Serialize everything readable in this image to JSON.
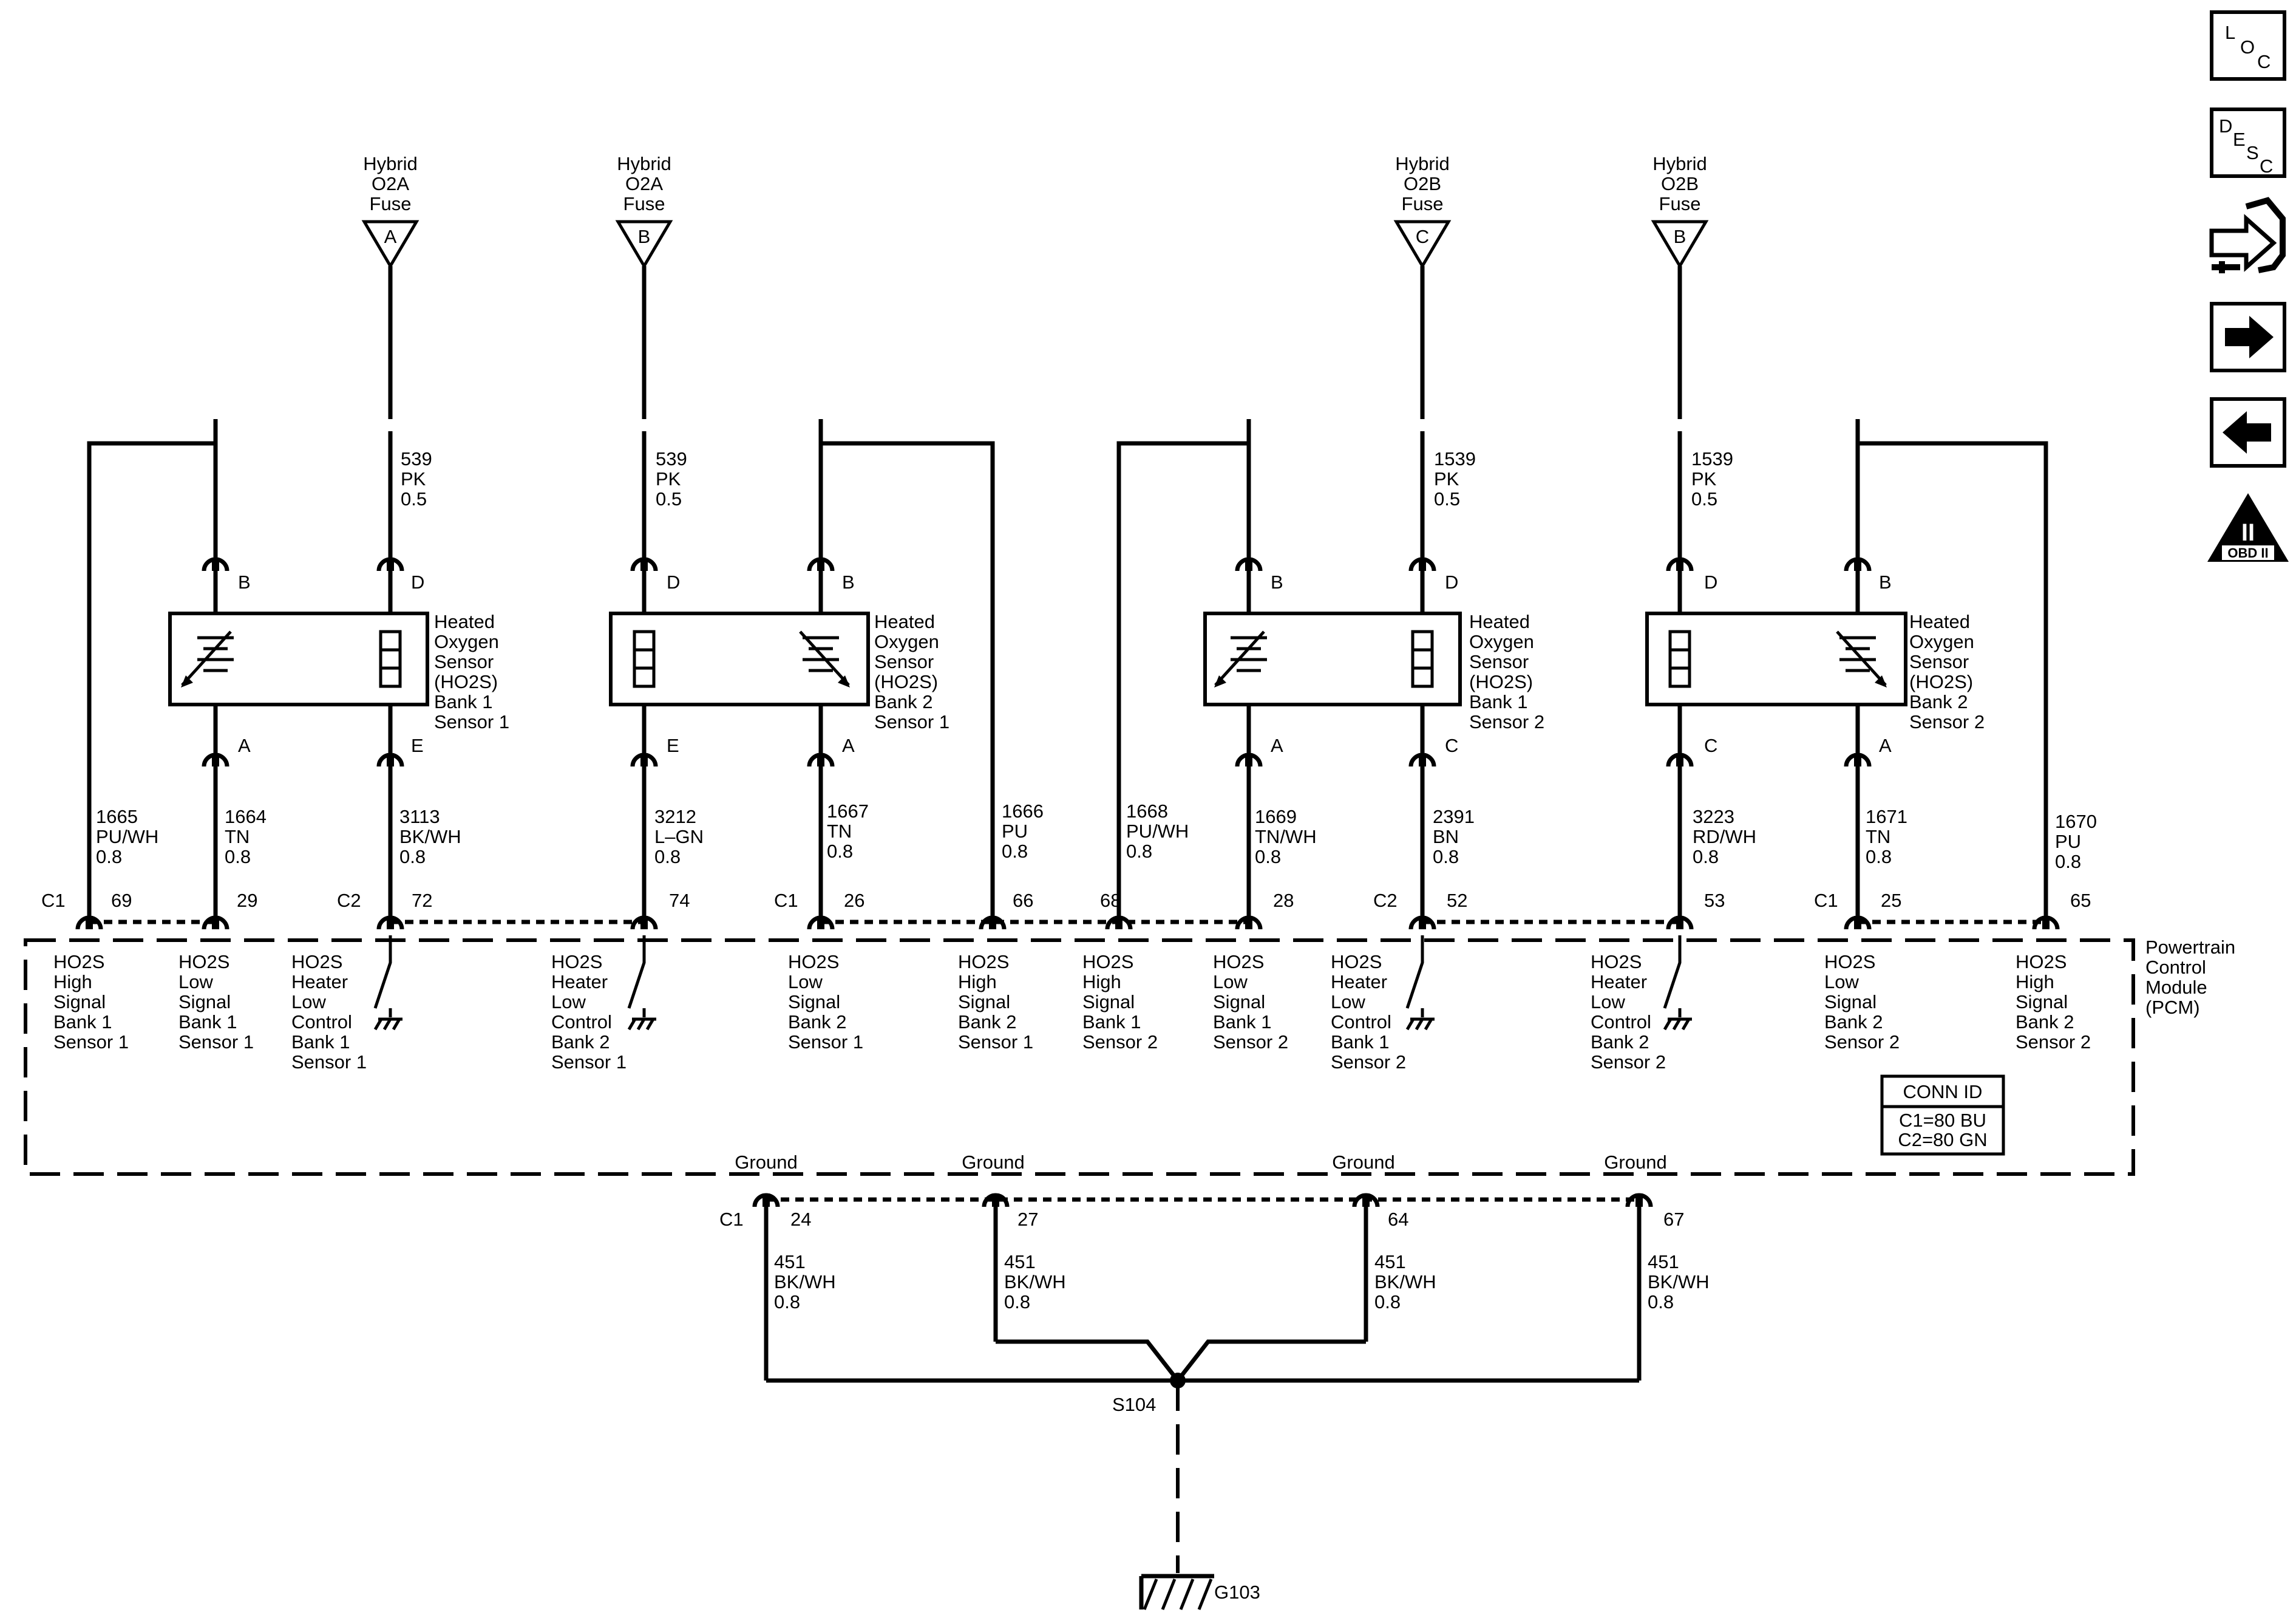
{
  "fuses": [
    {
      "l1": "Hybrid",
      "l2": "O2A",
      "l3": "Fuse",
      "letter": "A"
    },
    {
      "l1": "Hybrid",
      "l2": "O2A",
      "l3": "Fuse",
      "letter": "B"
    },
    {
      "l1": "Hybrid",
      "l2": "O2B",
      "l3": "Fuse",
      "letter": "C"
    },
    {
      "l1": "Hybrid",
      "l2": "O2B",
      "l3": "Fuse",
      "letter": "B"
    }
  ],
  "feed_wires": [
    {
      "c": "539",
      "col": "PK",
      "g": "0.5"
    },
    {
      "c": "539",
      "col": "PK",
      "g": "0.5"
    },
    {
      "c": "1539",
      "col": "PK",
      "g": "0.5"
    },
    {
      "c": "1539",
      "col": "PK",
      "g": "0.5"
    }
  ],
  "sensors": [
    {
      "l1": "Heated",
      "l2": "Oxygen",
      "l3": "Sensor",
      "l4": "(HO2S)",
      "l5": "Bank 1",
      "l6": "Sensor 1"
    },
    {
      "l1": "Heated",
      "l2": "Oxygen",
      "l3": "Sensor",
      "l4": "(HO2S)",
      "l5": "Bank 2",
      "l6": "Sensor 1"
    },
    {
      "l1": "Heated",
      "l2": "Oxygen",
      "l3": "Sensor",
      "l4": "(HO2S)",
      "l5": "Bank 1",
      "l6": "Sensor 2"
    },
    {
      "l1": "Heated",
      "l2": "Oxygen",
      "l3": "Sensor",
      "l4": "(HO2S)",
      "l5": "Bank 2",
      "l6": "Sensor 2"
    }
  ],
  "pins": {
    "b": "B",
    "d": "D",
    "a": "A",
    "e": "E",
    "c": "C"
  },
  "wires": [
    {
      "c": "1665",
      "col": "PU/WH",
      "g": "0.8"
    },
    {
      "c": "1664",
      "col": "TN",
      "g": "0.8"
    },
    {
      "c": "3113",
      "col": "BK/WH",
      "g": "0.8"
    },
    {
      "c": "3212",
      "col": "L–GN",
      "g": "0.8"
    },
    {
      "c": "1667",
      "col": "TN",
      "g": "0.8"
    },
    {
      "c": "1666",
      "col": "PU",
      "g": "0.8"
    },
    {
      "c": "1668",
      "col": "PU/WH",
      "g": "0.8"
    },
    {
      "c": "1669",
      "col": "TN/WH",
      "g": "0.8"
    },
    {
      "c": "2391",
      "col": "BN",
      "g": "0.8"
    },
    {
      "c": "3223",
      "col": "RD/WH",
      "g": "0.8"
    },
    {
      "c": "1671",
      "col": "TN",
      "g": "0.8"
    },
    {
      "c": "1670",
      "col": "PU",
      "g": "0.8"
    }
  ],
  "connectors": {
    "c1": "C1",
    "c2": "C2"
  },
  "pcm_pins": [
    "69",
    "29",
    "72",
    "74",
    "26",
    "66",
    "68",
    "28",
    "52",
    "53",
    "25",
    "65"
  ],
  "pcm_labels": [
    [
      "HO2S",
      "High",
      "Signal",
      "Bank 1",
      "Sensor 1"
    ],
    [
      "HO2S",
      "Low",
      "Signal",
      "Bank 1",
      "Sensor 1"
    ],
    [
      "HO2S",
      "Heater",
      "Low",
      "Control",
      "Bank 1",
      "Sensor 1"
    ],
    [
      "HO2S",
      "Heater",
      "Low",
      "Control",
      "Bank 2",
      "Sensor 1"
    ],
    [
      "HO2S",
      "Low",
      "Signal",
      "Bank 2",
      "Sensor 1"
    ],
    [
      "HO2S",
      "High",
      "Signal",
      "Bank 2",
      "Sensor 1"
    ],
    [
      "HO2S",
      "High",
      "Signal",
      "Bank 1",
      "Sensor 2"
    ],
    [
      "HO2S",
      "Low",
      "Signal",
      "Bank 1",
      "Sensor 2"
    ],
    [
      "HO2S",
      "Heater",
      "Low",
      "Control",
      "Bank 1",
      "Sensor 2"
    ],
    [
      "HO2S",
      "Heater",
      "Low",
      "Control",
      "Bank 2",
      "Sensor 2"
    ],
    [
      "HO2S",
      "Low",
      "Signal",
      "Bank 2",
      "Sensor 2"
    ],
    [
      "HO2S",
      "High",
      "Signal",
      "Bank 2",
      "Sensor 2"
    ]
  ],
  "pcm": {
    "l1": "Powertrain",
    "l2": "Control",
    "l3": "Module",
    "l4": "(PCM)"
  },
  "conn_id": {
    "title": "CONN ID",
    "l1": "C1=80 BU",
    "l2": "C2=80 GN"
  },
  "grounds": {
    "label": "Ground",
    "pins": [
      "24",
      "27",
      "64",
      "67"
    ],
    "wire": {
      "c": "451",
      "col": "BK/WH",
      "g": "0.8"
    },
    "splice": "S104",
    "ground_point": "G103"
  },
  "nav": {
    "loc": [
      "L",
      "O",
      "C"
    ],
    "desc": [
      "D",
      "E",
      "S",
      "C"
    ],
    "obd": "OBD II",
    "obd_mark": "II"
  }
}
